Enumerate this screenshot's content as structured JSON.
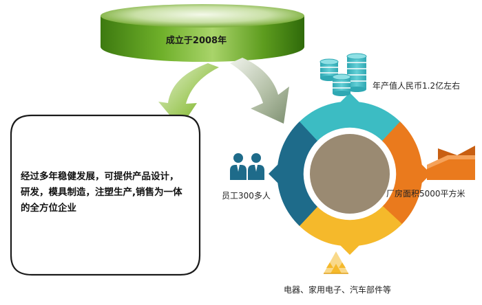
{
  "header": {
    "founded": "成立于2008年"
  },
  "description": "经过多年稳健发展，可提供产品设计，研发，模具制造，注塑生产,销售为一体的全方位企业",
  "facts": [
    {
      "id": "output",
      "text": "年产值人民币1.2亿左右",
      "icon": "coin-stack-icon",
      "color": "#3cbcc3"
    },
    {
      "id": "factory",
      "text": "厂房面积5000平方米",
      "icon": "factory-building-icon",
      "color": "#ea7a1d"
    },
    {
      "id": "products",
      "text": "电器、家用电子、汽车部件等",
      "icon": "triangle-product-icon",
      "color": "#f5b92b"
    },
    {
      "id": "staff",
      "text": "员工300多人",
      "icon": "people-icon",
      "color": "#1e6b8a"
    }
  ],
  "colors": {
    "green": "#5a9a1a",
    "teal": "#3cbcc3",
    "orange": "#ea7a1d",
    "yellow": "#f5b92b",
    "navy": "#1e6b8a",
    "hub": "#9a8a72"
  }
}
